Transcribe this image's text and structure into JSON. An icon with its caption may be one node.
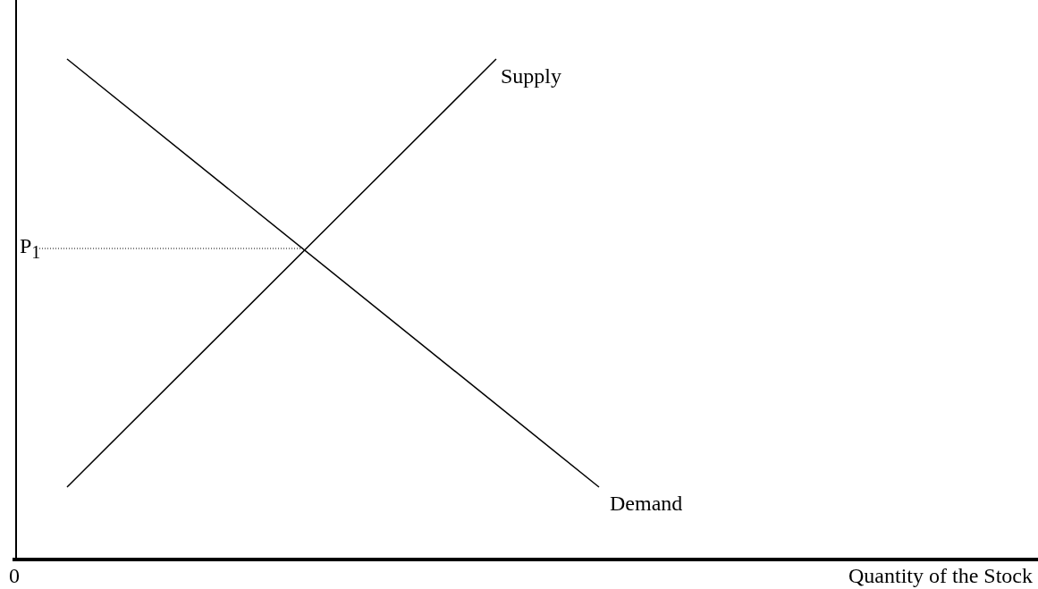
{
  "diagram": {
    "labels": [
      "Supply",
      "P$_{1}$",
      "Demand",
      "0",
      "Quantity of the Stock"
    ]
  }
}
